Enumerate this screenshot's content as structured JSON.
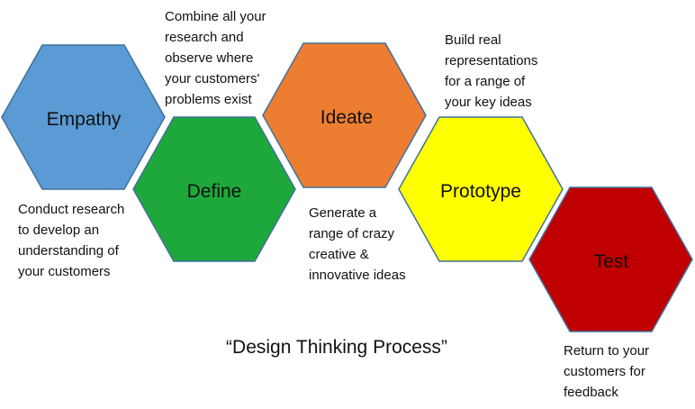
{
  "stages": [
    {
      "id": "empathy",
      "label": "Empathy",
      "color": "#5B9BD5"
    },
    {
      "id": "define",
      "label": "Define",
      "color": "#1EA83C"
    },
    {
      "id": "ideate",
      "label": "Ideate",
      "color": "#ED7D31"
    },
    {
      "id": "prototype",
      "label": "Prototype",
      "color": "#FFFF00"
    },
    {
      "id": "test",
      "label": "Test",
      "color": "#C00000"
    }
  ],
  "stroke_color": "#41719C",
  "notes": {
    "empathy": [
      "Conduct research",
      "to develop an",
      "understanding of",
      "your customers"
    ],
    "define": [
      "Combine all your",
      "research and",
      "observe where",
      "your customers'",
      "problems exist"
    ],
    "ideate": [
      "Generate a",
      "range of crazy",
      "creative &",
      "innovative ideas"
    ],
    "prototype": [
      "Build real",
      "representations",
      "for a range of",
      "your key ideas"
    ],
    "test": [
      "Return to your",
      "customers for",
      "feedback"
    ]
  },
  "caption": "“Design Thinking Process”"
}
